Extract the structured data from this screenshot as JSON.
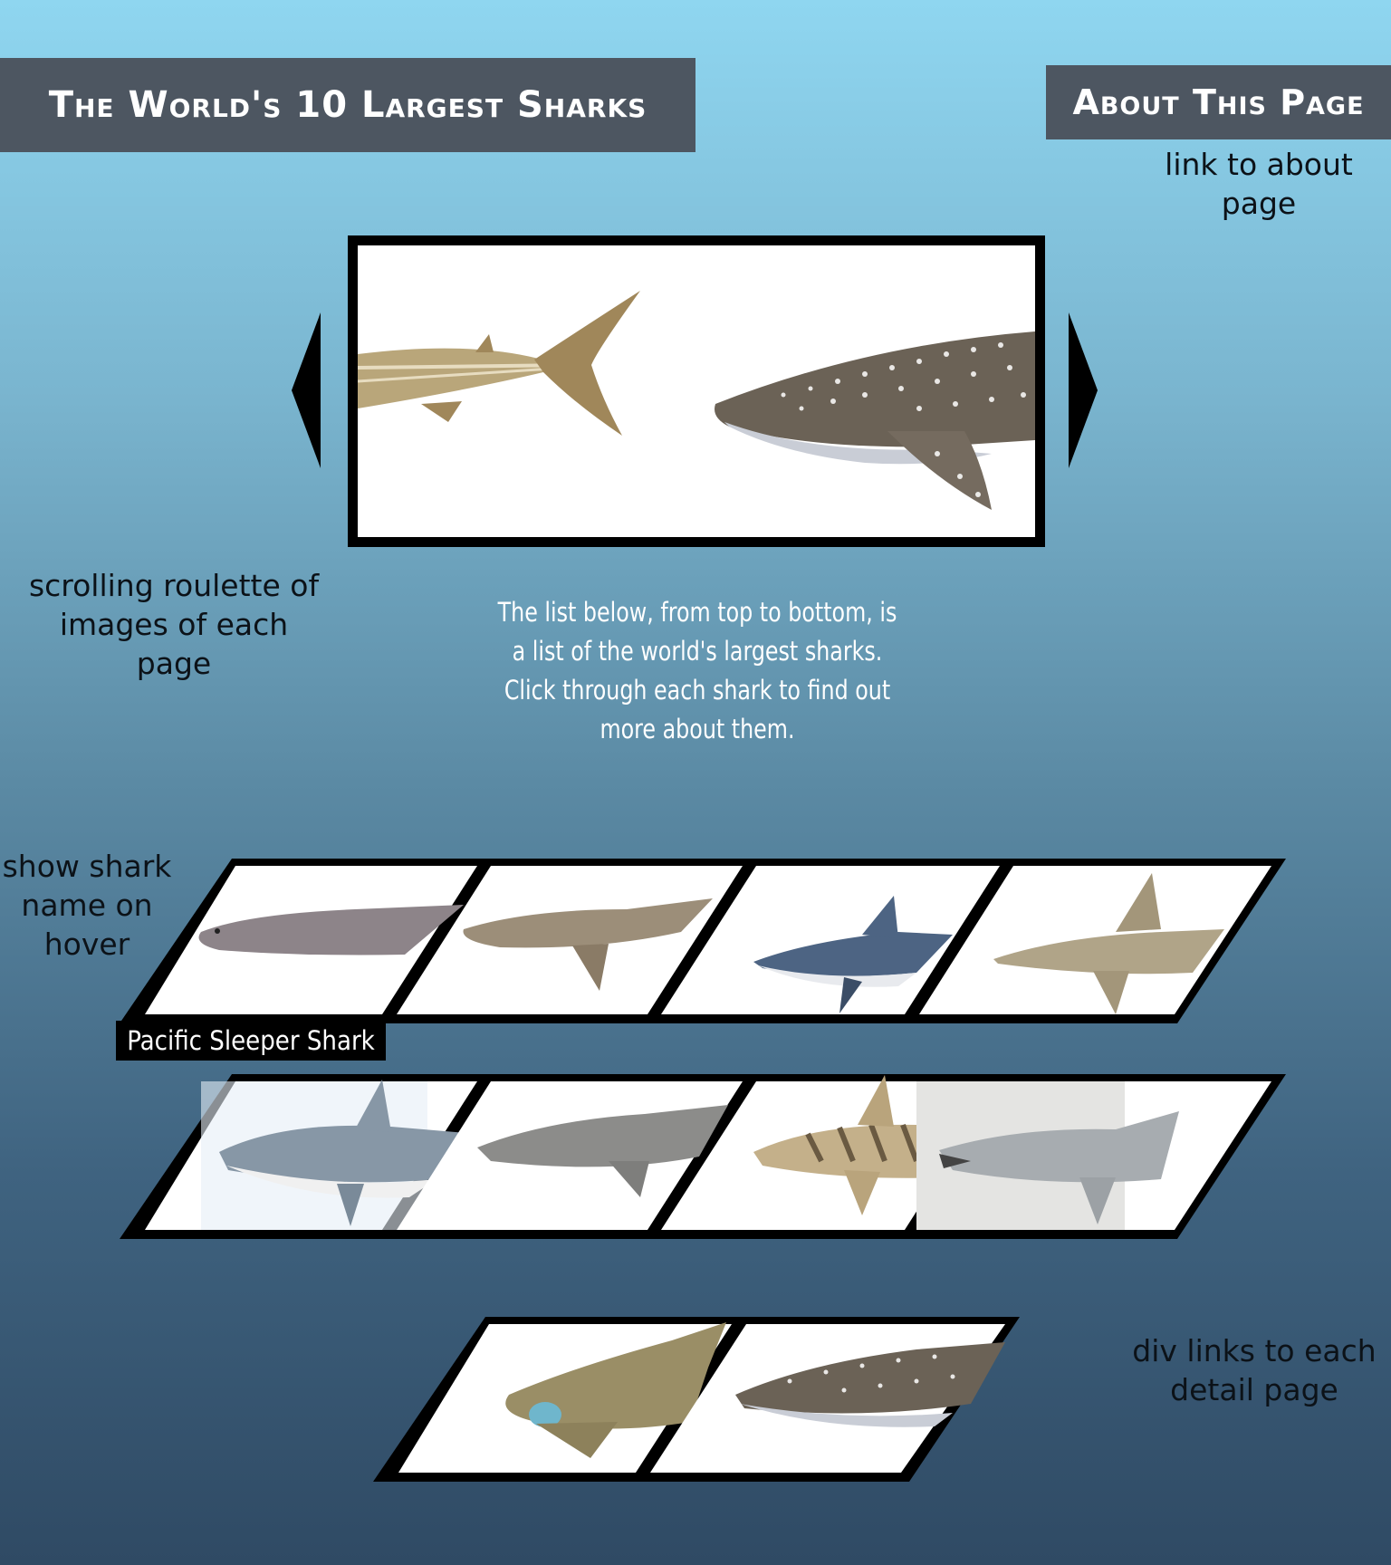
{
  "header": {
    "title": "The World's 10 Largest Sharks",
    "about_label": "About This Page"
  },
  "annotations": {
    "about_link": "link to about page",
    "roulette": "scrolling roulette of images of each page",
    "hover": "show shark name on hover",
    "div_links": "div links to each detail page"
  },
  "intro": "The list below, from top to bottom, is a list of the world's largest sharks. Click through each shark to find out more about them.",
  "hover_label": "Pacific Sleeper Shark",
  "carousel": {
    "left_arrow_icon": "triangle-left-icon",
    "right_arrow_icon": "triangle-right-icon"
  },
  "colors": {
    "banner": "#4d5661",
    "frame": "#000000"
  }
}
